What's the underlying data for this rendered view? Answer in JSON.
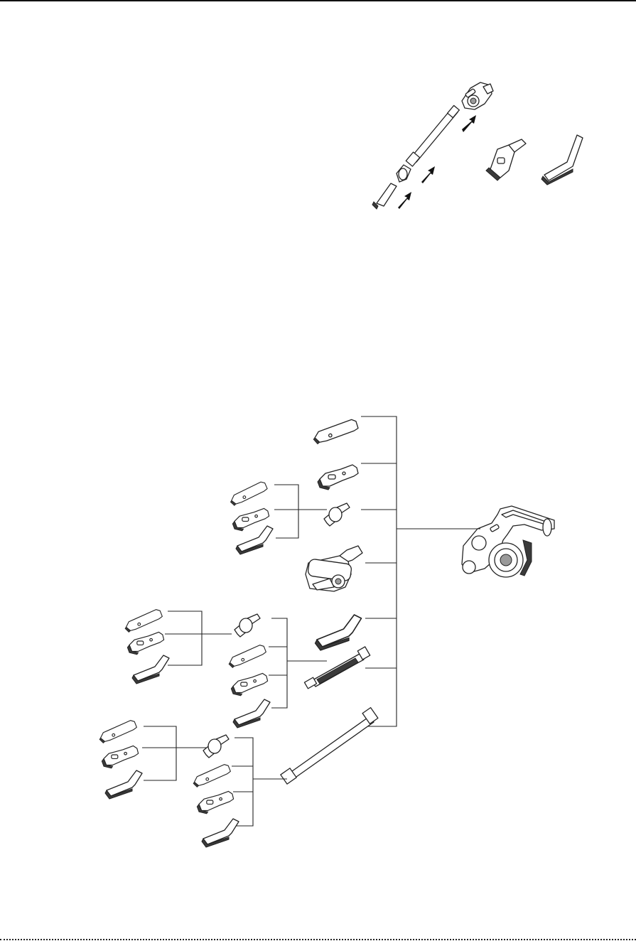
{
  "page": {
    "background": "#ffffff",
    "line_color": "#222222",
    "accent_dark": "#3a3a3a"
  },
  "assembly_illustration": {
    "components": [
      "main-unit",
      "extension-tube",
      "adapter",
      "crevice-tool",
      "combination-brush",
      "angled-brush"
    ],
    "insert_arrows": 3
  },
  "accessory_tree": {
    "root": "handheld-main-unit",
    "direct_attachments": [
      "crevice-tool",
      "combination-brush",
      "angle-adapter",
      "motorized-floor-head",
      "angled-brush",
      "flexible-hose",
      "extension-tube"
    ],
    "angle_adapter_children": [
      "crevice-tool",
      "combination-brush",
      "angled-brush"
    ],
    "hose_children": [
      "angle-adapter",
      "crevice-tool",
      "combination-brush",
      "angled-brush"
    ],
    "hose_adapter_children": [
      "crevice-tool",
      "combination-brush",
      "angled-brush"
    ],
    "tube_children": [
      "angle-adapter",
      "crevice-tool",
      "combination-brush",
      "angled-brush"
    ],
    "tube_adapter_children": [
      "crevice-tool",
      "combination-brush",
      "angled-brush"
    ]
  }
}
